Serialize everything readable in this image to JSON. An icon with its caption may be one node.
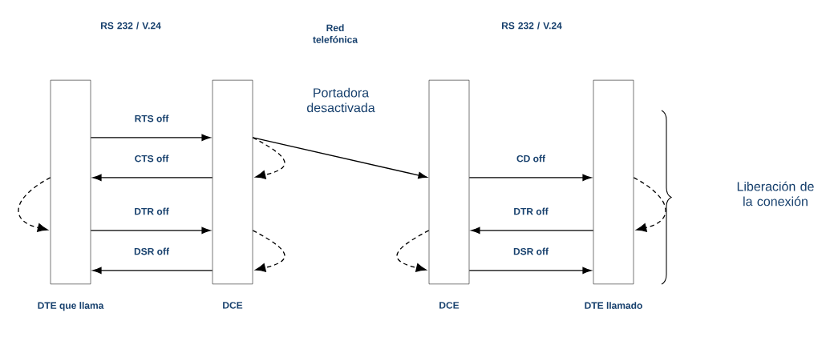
{
  "diagram": {
    "nodes": [
      {
        "text": [
          "DTE que llama"
        ]
      },
      {
        "text": [
          "DCE"
        ]
      },
      {
        "text": [
          "DCE"
        ]
      },
      {
        "text": [
          "DTE llamado"
        ]
      }
    ],
    "edges": [
      {
        "from": 0,
        "to": 1,
        "arrow": "to",
        "label": "RTS off"
      },
      {
        "from": 1,
        "to": 0,
        "arrow": "to",
        "label": "CTS off"
      },
      {
        "from": 0,
        "to": 1,
        "arrow": "to",
        "label": "DTR off"
      },
      {
        "from": 1,
        "to": 0,
        "arrow": "to",
        "label": "DSR off"
      },
      {
        "from": 1,
        "to": 2,
        "arrow": "to",
        "label": "Portadora desactivada"
      },
      {
        "from": 2,
        "to": 3,
        "arrow": "to",
        "label": "CD off"
      },
      {
        "from": 3,
        "to": 2,
        "arrow": "to",
        "label": "DTR off"
      },
      {
        "from": 2,
        "to": 3,
        "arrow": "to",
        "label": "DSR off"
      },
      {
        "from": 1,
        "to": 1,
        "arrow": "to",
        "style": "dashed"
      },
      {
        "from": 0,
        "to": 0,
        "arrow": "to",
        "style": "dashed"
      },
      {
        "from": 1,
        "to": 1,
        "arrow": "to",
        "style": "dashed"
      },
      {
        "from": 3,
        "to": 3,
        "arrow": "to",
        "style": "dashed"
      },
      {
        "from": 2,
        "to": 2,
        "arrow": "to",
        "style": "dashed"
      }
    ],
    "labels": [
      "RS 232 / V.24",
      "Red telefónica",
      "RS 232 / V.24",
      "Liberación de la conexión"
    ]
  }
}
